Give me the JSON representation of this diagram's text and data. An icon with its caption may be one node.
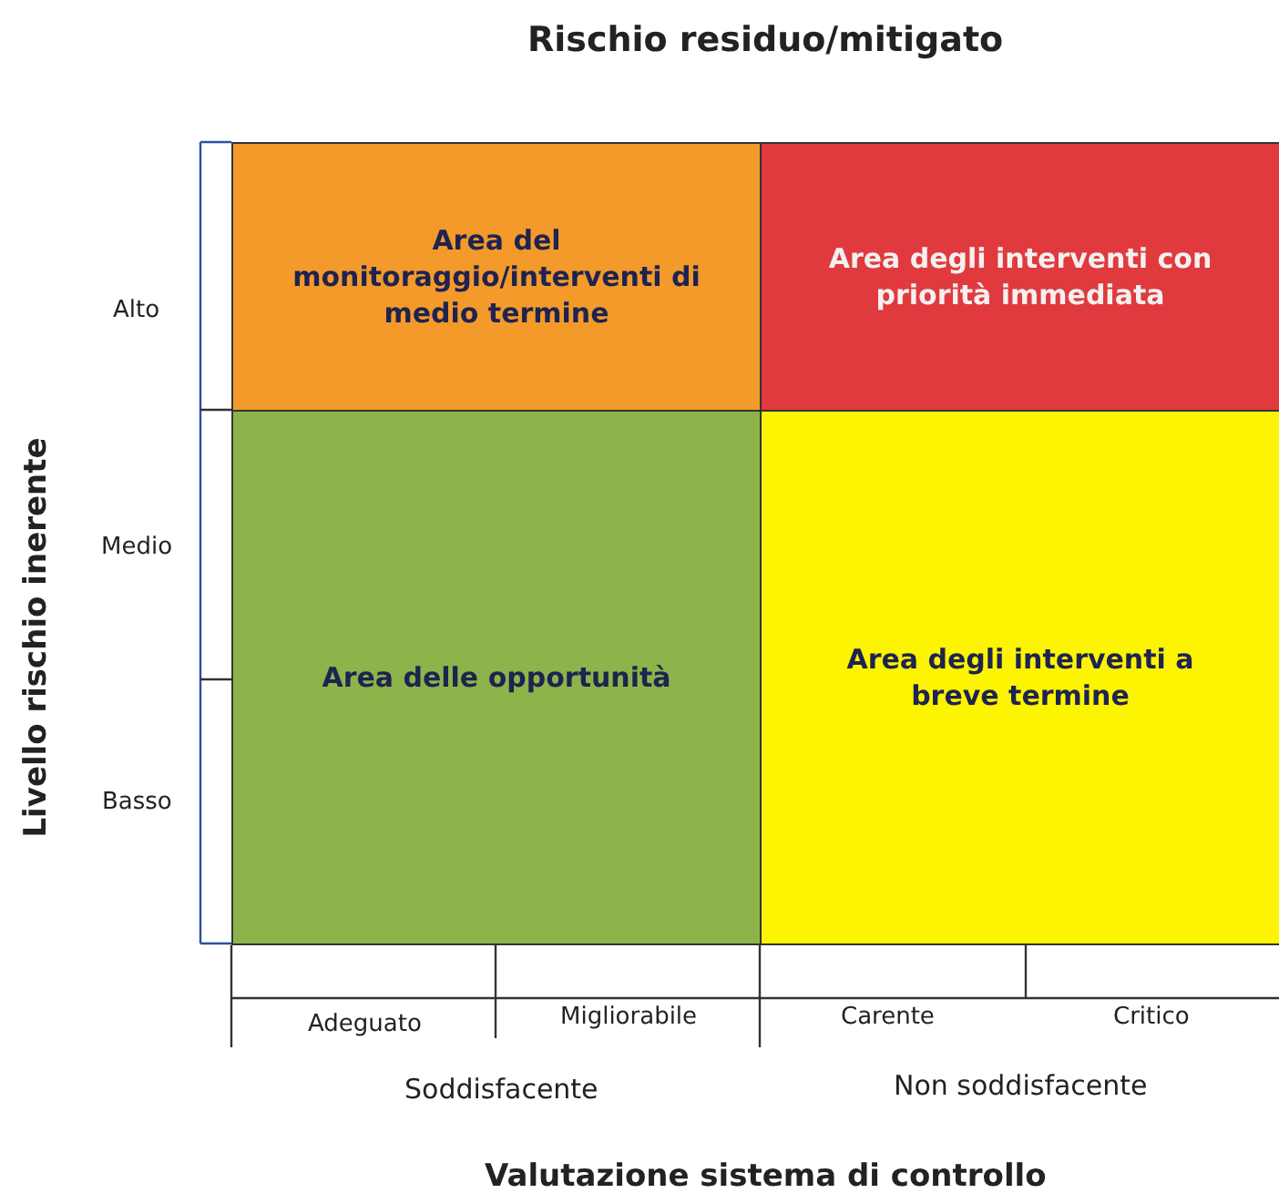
{
  "diagram": {
    "title": "Rischio residuo/mitigato",
    "nodes": [
      {
        "text": [
          "Area del monitoraggio/interventi di medio termine"
        ]
      },
      {
        "text": [
          "Area degli interventi con priorità immediata"
        ]
      },
      {
        "text": [
          "Area delle opportunità"
        ]
      },
      {
        "text": [
          "Area degli interventi a breve termine"
        ]
      }
    ],
    "labels": [
      "Alto",
      "Medio",
      "Basso",
      "Livello rischio inerente",
      "Adeguato",
      "Migliorabile",
      "Carente",
      "Critico",
      "Soddisfacente",
      "Non soddisfacente",
      "Valutazione sistema di controllo"
    ]
  }
}
